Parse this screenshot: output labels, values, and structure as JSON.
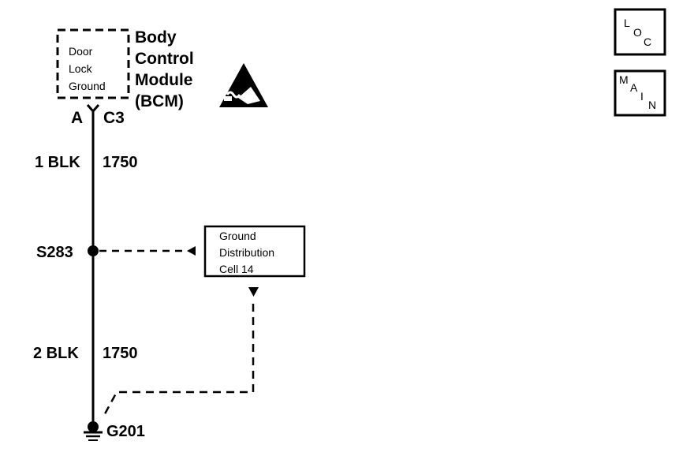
{
  "bcm": {
    "inner_label": [
      "Door",
      "Lock",
      "Ground"
    ],
    "title": [
      "Body",
      "Control",
      "Module",
      "(BCM)"
    ],
    "pin": "A",
    "connector": "C3"
  },
  "wire1": {
    "label": "1 BLK",
    "circuit": "1750"
  },
  "splice": {
    "label": "S283"
  },
  "ground_distribution": {
    "lines": [
      "Ground",
      "Distribution",
      "Cell 14"
    ]
  },
  "wire2": {
    "label": "2 BLK",
    "circuit": "1750"
  },
  "ground": {
    "label": "G201"
  },
  "nav": {
    "loc": {
      "letters": [
        "L",
        "O",
        "C"
      ]
    },
    "main": {
      "letters": [
        "M",
        "A",
        "I",
        "N"
      ]
    }
  }
}
